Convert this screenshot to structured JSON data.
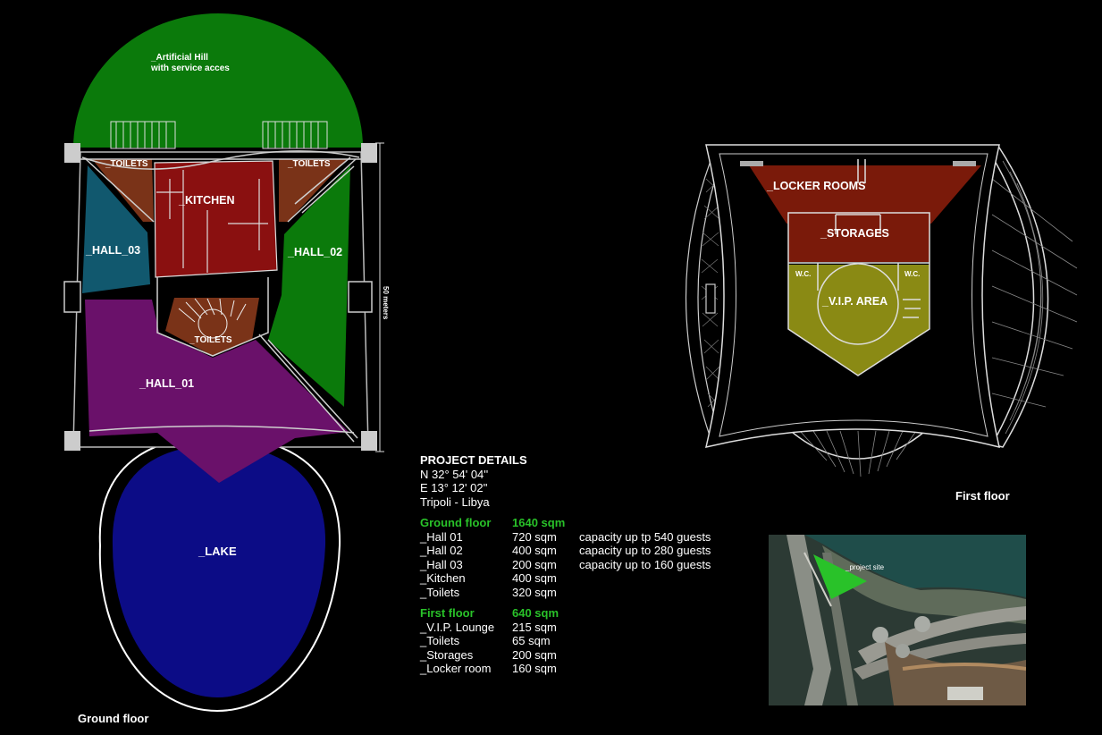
{
  "ground_plan": {
    "labels": {
      "hill_line1": "_Artificial Hill",
      "hill_line2": "with service acces",
      "toilets_left": "_TOILETS",
      "toilets_right": "_TOILETS",
      "kitchen": "_KITCHEN",
      "hall_03": "_HALL_03",
      "hall_02": "_HALL_02",
      "toilets_center": "_TOILETS",
      "hall_01": "_HALL_01",
      "lake": "_LAKE",
      "dimension": "50 meters"
    },
    "caption": "Ground floor"
  },
  "first_plan": {
    "labels": {
      "locker_rooms": "_LOCKER ROOMS",
      "storages": "_STORAGES",
      "wc_left": "W.C.",
      "wc_right": "W.C.",
      "vip_area": "_V.I.P. AREA"
    },
    "caption": "First floor"
  },
  "colors": {
    "hill": "#0b7a0b",
    "hall_02": "#0b7a0b",
    "hall_03": "#11586e",
    "kitchen": "#8a1010",
    "toilets": "#7a3318",
    "hall_01": "#6a116a",
    "lake": "#0c0c86",
    "locker": "#7a1a0a",
    "vip": "#8a8a14",
    "highlight": "#29c229"
  },
  "project": {
    "title": "PROJECT DETAILS",
    "lat": "N 32° 54' 04''",
    "lon": "E 13° 12' 02''",
    "place": "Tripoli - Libya",
    "ground": {
      "label": "Ground floor",
      "area": "1640 sqm",
      "rows": [
        {
          "name": "_Hall 01",
          "area": "720 sqm",
          "note": "capacity up tp 540 guests"
        },
        {
          "name": "_Hall 02",
          "area": "400 sqm",
          "note": "capacity up to 280 guests"
        },
        {
          "name": "_Hall 03",
          "area": "200 sqm",
          "note": "capacity up to 160 guests"
        },
        {
          "name": "_Kitchen",
          "area": "400 sqm",
          "note": ""
        },
        {
          "name": "_Toilets",
          "area": "320 sqm",
          "note": ""
        }
      ]
    },
    "first": {
      "label": "First floor",
      "area": "640 sqm",
      "rows": [
        {
          "name": "_V.I.P. Lounge",
          "area": "215 sqm"
        },
        {
          "name": "_Toilets",
          "area": "65 sqm"
        },
        {
          "name": "_Storages",
          "area": "200 sqm"
        },
        {
          "name": "_Locker room",
          "area": "160 sqm"
        }
      ]
    }
  },
  "site_map": {
    "label": "_project site"
  }
}
